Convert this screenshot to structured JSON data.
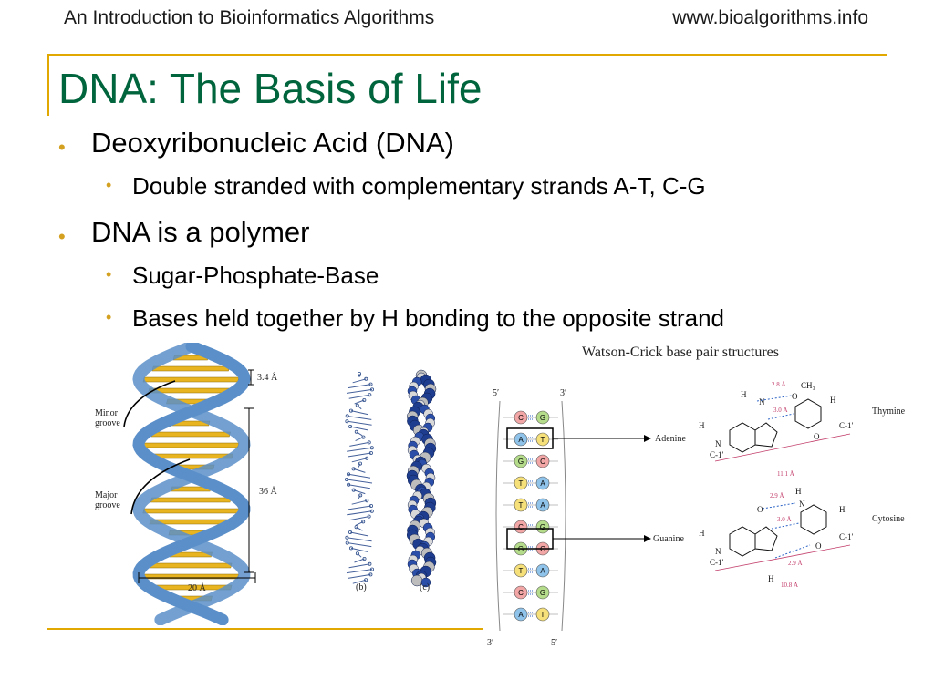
{
  "header": {
    "left": "An Introduction to Bioinformatics Algorithms",
    "right": "www.bioalgorithms.info"
  },
  "title": "DNA: The Basis of Life",
  "bullets": [
    {
      "text": "Deoxyribonucleic Acid (DNA)",
      "children": [
        "Double stranded with complementary strands A-T, C-G"
      ]
    },
    {
      "text": "DNA is a polymer",
      "children": [
        "Sugar-Phosphate-Base",
        "Bases held together by H bonding to the opposite strand"
      ]
    }
  ],
  "figure_helix": {
    "minor_groove": [
      "Minor",
      "groove"
    ],
    "major_groove": [
      "Major",
      "groove"
    ],
    "rise": "3.4 Å",
    "pitch": "36 Å",
    "width": "20 Å"
  },
  "figure_models": {
    "label_b": "(b)",
    "label_c": "(c)"
  },
  "figure_ladder": {
    "end_5_top": "5′",
    "end_3_top": "3′",
    "end_3_bottom": "3′",
    "end_5_bottom": "5′",
    "pairs": [
      [
        "C",
        "G"
      ],
      [
        "A",
        "T"
      ],
      [
        "G",
        "C"
      ],
      [
        "T",
        "A"
      ],
      [
        "T",
        "A"
      ],
      [
        "C",
        "G"
      ],
      [
        "G",
        "C"
      ],
      [
        "T",
        "A"
      ],
      [
        "C",
        "G"
      ],
      [
        "A",
        "T"
      ]
    ]
  },
  "figure_watson_crick": {
    "caption": "Watson-Crick base pair structures",
    "adenine": "Adenine",
    "thymine": "Thymine",
    "guanine": "Guanine",
    "cytosine": "Cytosine",
    "at_distances": [
      "2.8 Å",
      "3.0 Å",
      "11.1 Å"
    ],
    "gc_distances": [
      "2.9 Å",
      "3.0 Å",
      "2.9 Å",
      "10.8 Å"
    ],
    "atoms": {
      "ch3": "CH₃",
      "c1": "C-1′",
      "h": "H",
      "n": "N",
      "o": "O"
    }
  },
  "colors": {
    "title": "#00643c",
    "rule": "#e0a800",
    "bullet": "#d4a020",
    "helix": "#5b8fc9",
    "base": "#e8b420"
  }
}
